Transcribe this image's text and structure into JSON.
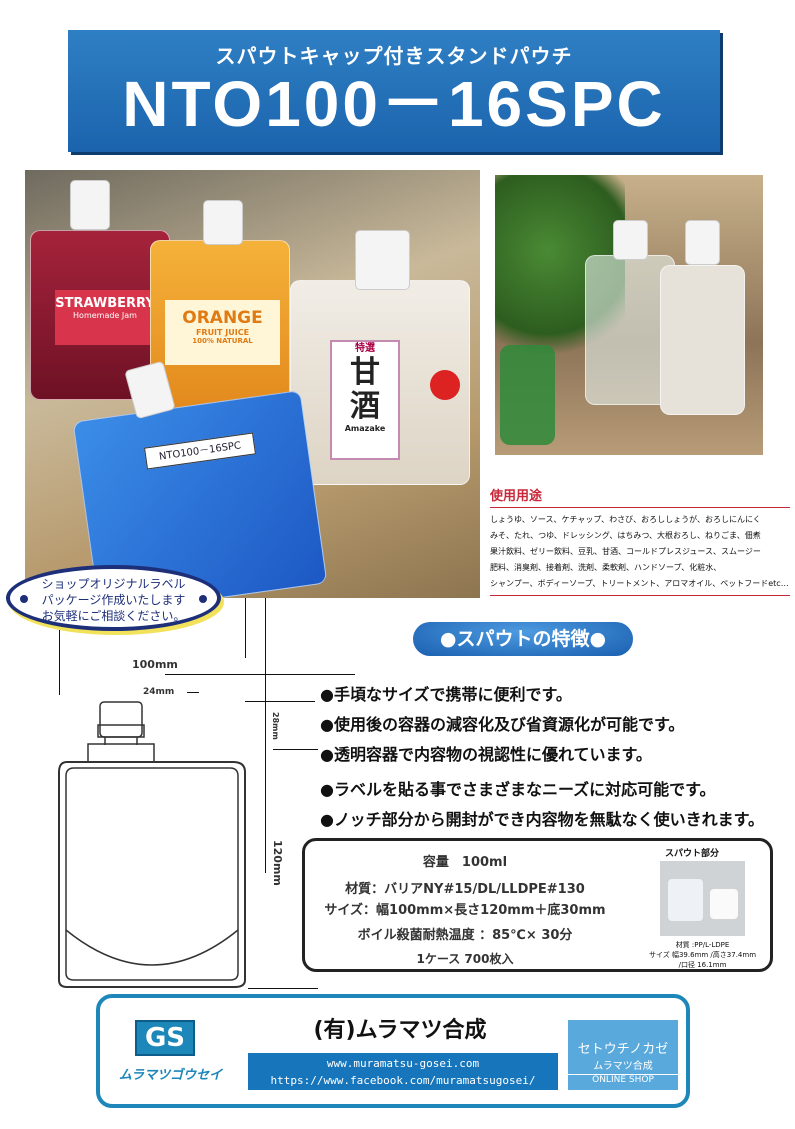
{
  "header": {
    "subtitle": "スパウトキャップ付きスタンドパウチ",
    "title": "NTO100－16SPC"
  },
  "photo": {
    "labels": {
      "strawberry": "STRAWBERRY",
      "strawberry_sub": "Homemade Jam",
      "orange": "ORANGE",
      "orange_sub": "FRUIT JUICE",
      "orange_sub2": "100% NATURAL",
      "amazake_top": "特選",
      "amazake": "甘酒",
      "amazake_sub": "Amazake",
      "product": "NTO100－16SPC"
    }
  },
  "usage": {
    "title": "使用用途",
    "lines": [
      "しょうゆ、ソース、ケチャップ、わさび、おろししょうが、おろしにんにく",
      "みそ、たれ、つゆ、ドレッシング、はちみつ、大根おろし、ねりごま、佃煮",
      "果汁飲料、ゼリー飲料、豆乳、甘酒、コールドプレスジュース、スムージー",
      "肥料、消臭剤、接着剤、洗剤、柔軟剤、ハンドソープ、化粧水、",
      "シャンプー、ボディーソープ、トリートメント、アロマオイル、ペットフードetc…"
    ]
  },
  "bubble": {
    "lines": [
      "ショップオリジナルラベル",
      "パッケージ作成いたします",
      "お気軽にご相談ください。"
    ]
  },
  "diagram": {
    "width": "100mm",
    "spout": "24mm",
    "spout_height": "28mm",
    "height": "120mm"
  },
  "features": {
    "title": "●スパウトの特徴●",
    "items": [
      "●手頃なサイズで携帯に便利です。",
      "●使用後の容器の減容化及び省資源化が可能です。",
      "●透明容器で内容物の視認性に優れています。",
      "●ラベルを貼る事でさまざまなニーズに対応可能です。",
      "●ノッチ部分から開封ができ内容物を無駄なく使いきれます。"
    ]
  },
  "spec": {
    "capacity": "容量　100ml",
    "material": "材質：バリアNY#15/DL/LLDPE#130",
    "size": "サイズ：幅100mm×長さ120mm＋底30mm",
    "boil": "ボイル殺菌耐熱温度 ：85℃× 30分",
    "case": "1ケース 700枚入",
    "spout_title": "スパウト部分",
    "spout_material": "材質 :PP/L-LDPE",
    "spout_size": "サイズ 幅39.6mm /高さ37.4mm",
    "spout_mouth": "/口径 16.1mm"
  },
  "footer": {
    "logo_text": "ムラマツゴウセイ",
    "company": "(有)ムラマツ合成",
    "url1": "www.muramatsu-gosei.com",
    "url2": "https://www.facebook.com/muramatsugosei/",
    "shop_name": "セトウチノカゼ",
    "shop_company": "ムラマツ合成",
    "shop_label": "ONLINE SHOP"
  },
  "colors": {
    "header_blue": "#1b64ad",
    "usage_red": "#c8283a",
    "bubble_navy": "#1e2f7a",
    "footer_teal": "#1c87b8"
  }
}
